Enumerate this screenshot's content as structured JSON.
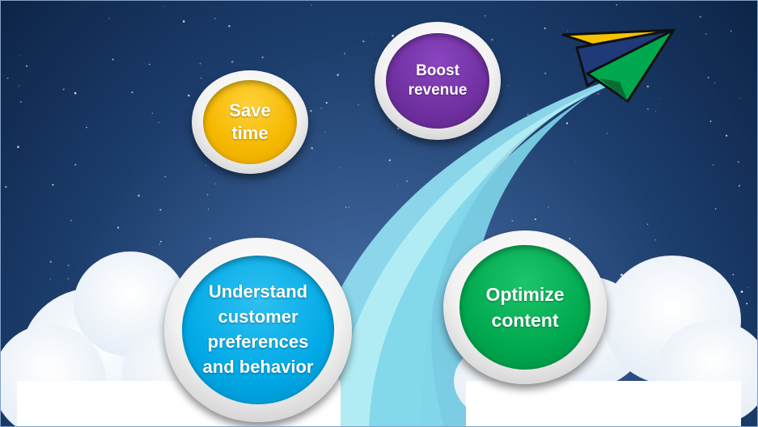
{
  "badges": {
    "save_time": {
      "label": "Save\ntime",
      "color": "#f5b800"
    },
    "boost_revenue": {
      "label": "Boost\nrevenue",
      "color": "#7030a0"
    },
    "understand_customers": {
      "label": "Understand\ncustomer\npreferences\nand behavior",
      "color": "#00a9e6"
    },
    "optimize_content": {
      "label": "Optimize\ncontent",
      "color": "#00a94f"
    }
  },
  "icons": [
    "paper-airplane-icon",
    "cloud-icon",
    "star-icon"
  ],
  "colors": {
    "sky_dark": "#0d2447",
    "sky_light": "#6a8fc0",
    "trail": "#8fe3f0",
    "cloud": "#ffffff",
    "plane_yellow": "#f5c400",
    "plane_navy": "#1f3a78",
    "plane_green": "#00a94f"
  }
}
